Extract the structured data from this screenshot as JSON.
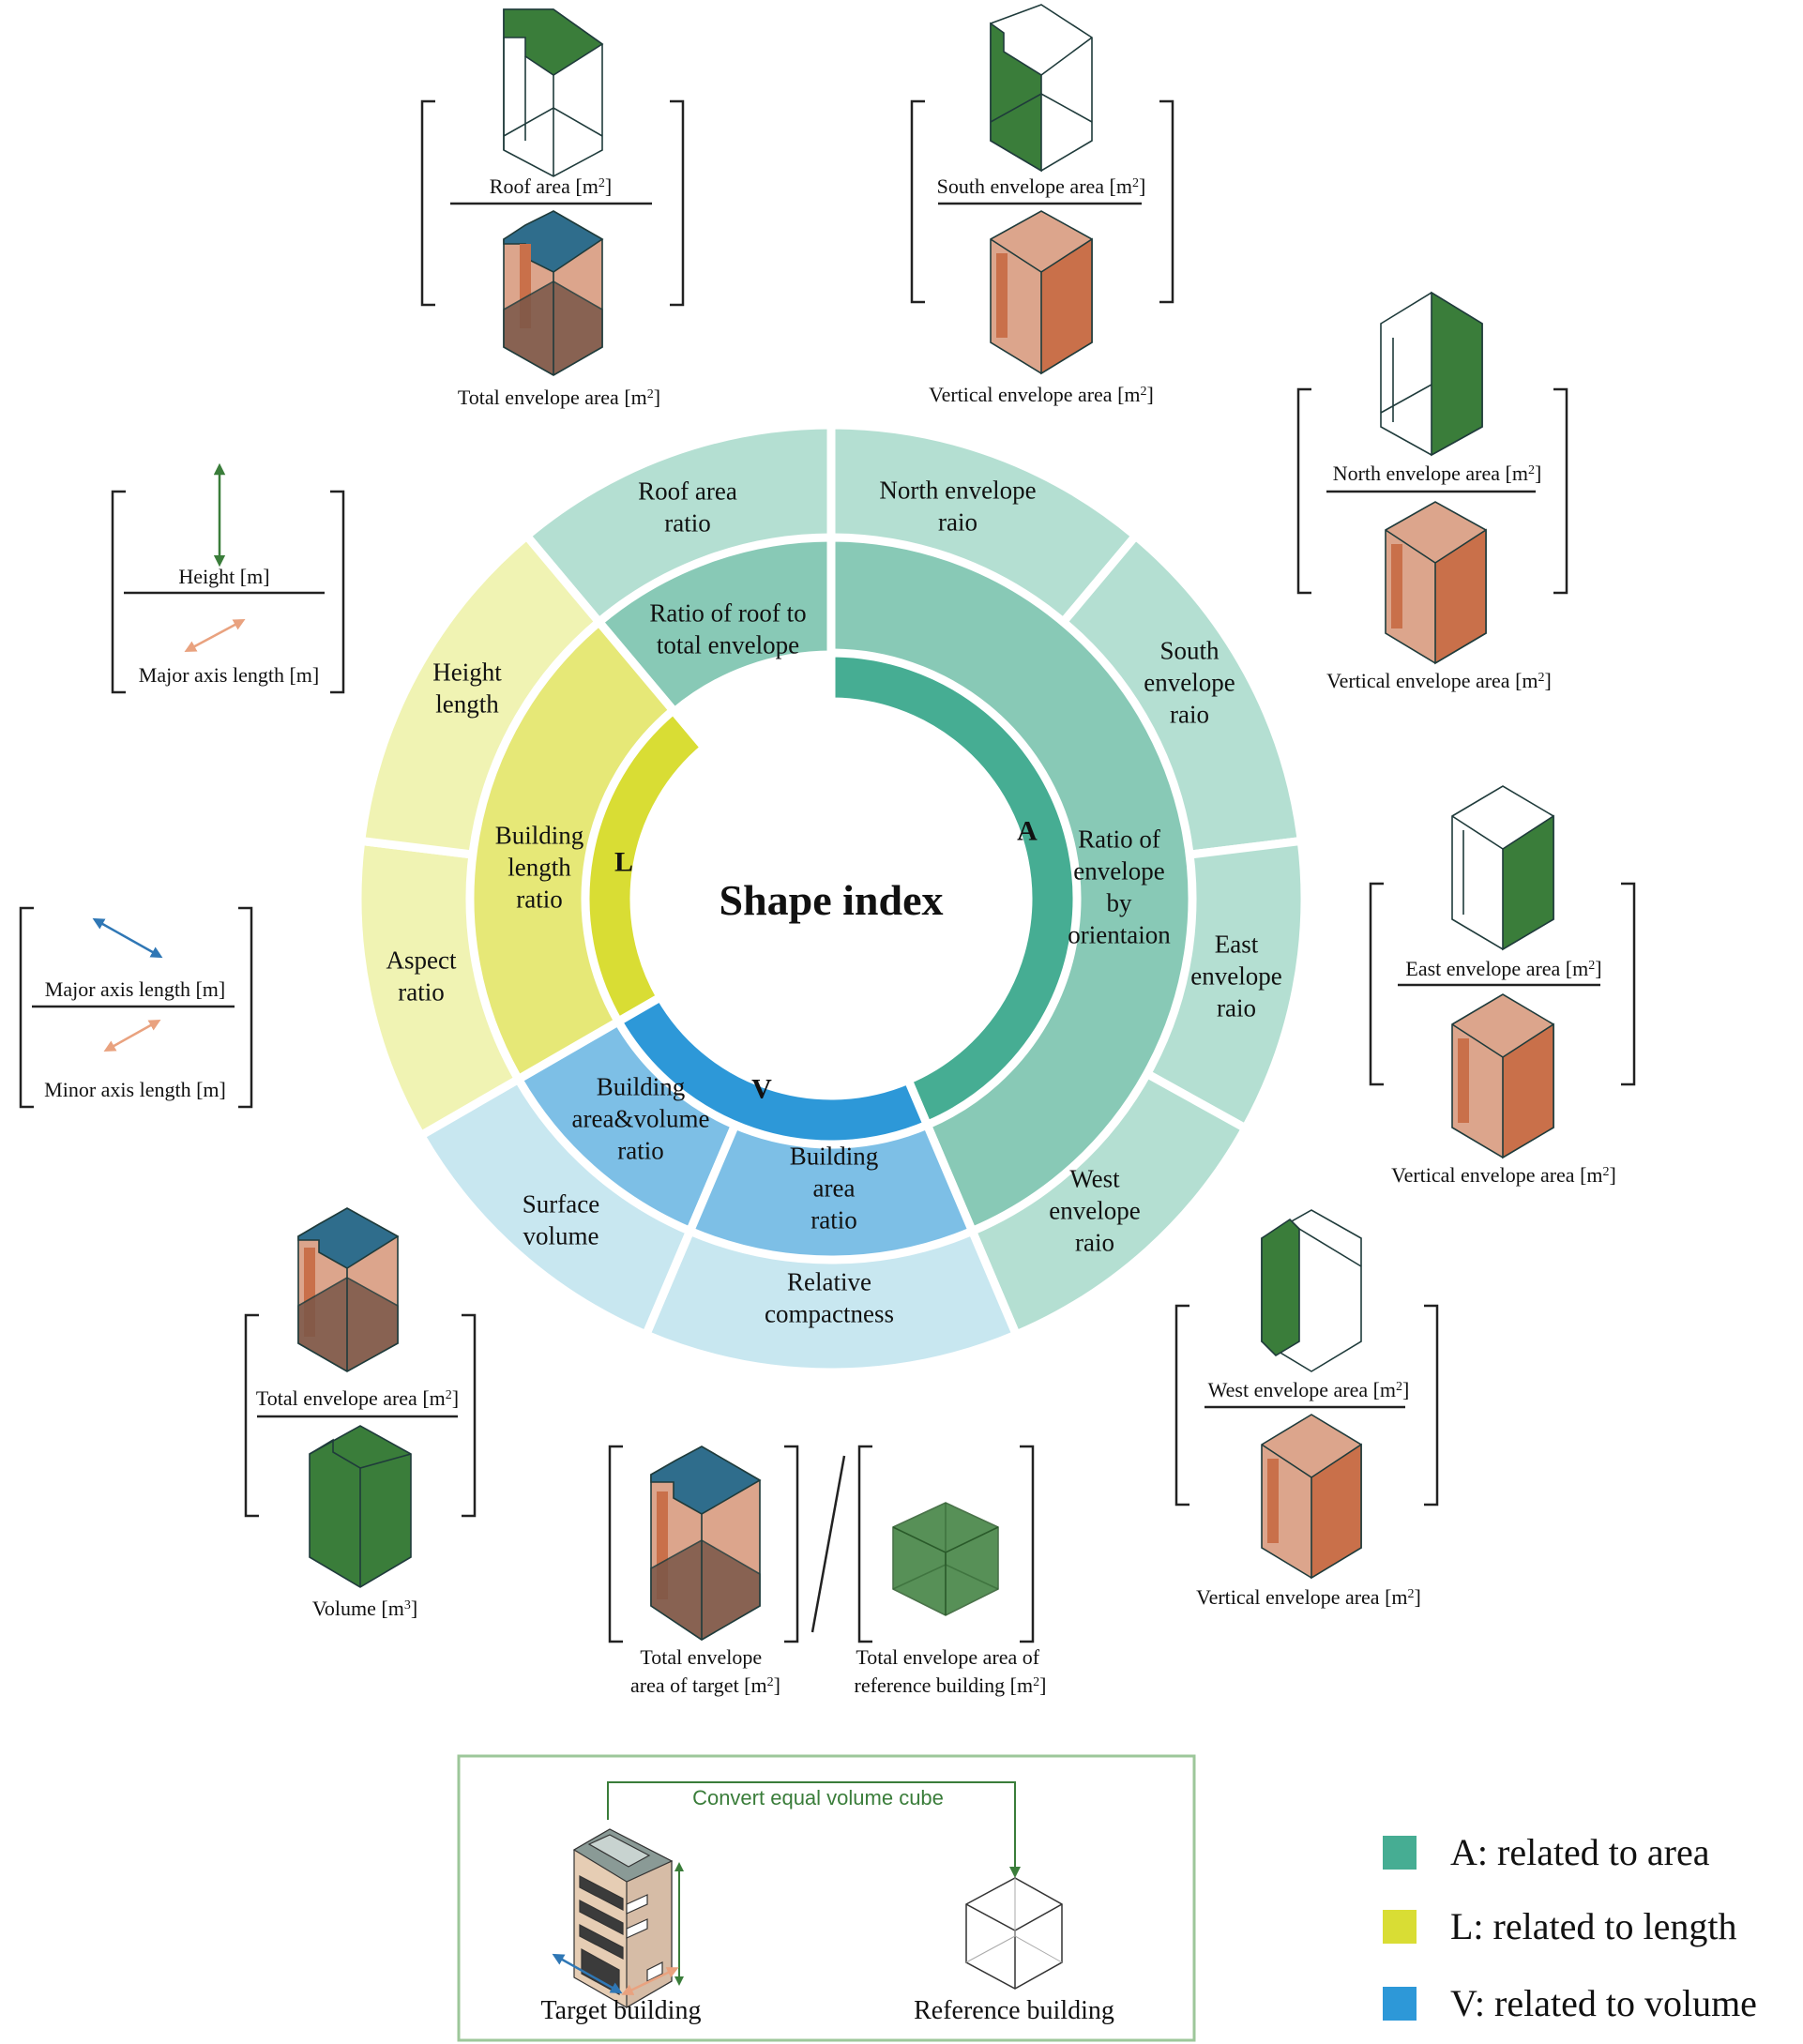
{
  "center": {
    "title": "Shape index"
  },
  "rings": {
    "inner": [
      {
        "id": "A",
        "label": "A",
        "color": "#46ad93"
      },
      {
        "id": "L",
        "label": "L",
        "color": "#d9dd34"
      },
      {
        "id": "V",
        "label": "V",
        "color": "#2d98d8"
      }
    ],
    "middle": [
      {
        "id": "ratio-roof-total",
        "lines": [
          "Ratio of roof to",
          "total envelope"
        ],
        "color": "#88c9b6"
      },
      {
        "id": "ratio-orientation",
        "lines": [
          "Ratio of",
          "envelope",
          "by",
          "orientaion"
        ],
        "color": "#88c9b6"
      },
      {
        "id": "building-area-volume",
        "lines": [
          "Building",
          "area&volume",
          "ratio"
        ],
        "color": "#7dbfe6"
      },
      {
        "id": "building-area",
        "lines": [
          "Building",
          "area",
          "ratio"
        ],
        "color": "#7dbfe6"
      },
      {
        "id": "building-length",
        "lines": [
          "Building",
          "length",
          "ratio"
        ],
        "color": "#e6e877"
      }
    ],
    "outer": [
      {
        "id": "roof-area",
        "lines": [
          "Roof area",
          "ratio"
        ],
        "color": "#b4dfd2"
      },
      {
        "id": "north",
        "lines": [
          "North envelope",
          "raio"
        ],
        "color": "#b4dfd2"
      },
      {
        "id": "south",
        "lines": [
          "South",
          "envelope",
          "raio"
        ],
        "color": "#b4dfd2"
      },
      {
        "id": "east",
        "lines": [
          "East",
          "envelope",
          "raio"
        ],
        "color": "#b4dfd2"
      },
      {
        "id": "west",
        "lines": [
          "West",
          "envelope",
          "raio"
        ],
        "color": "#b4dfd2"
      },
      {
        "id": "relative-compactness",
        "lines": [
          "Relative",
          "compactness"
        ],
        "color": "#c8e7f0"
      },
      {
        "id": "surface-volume",
        "lines": [
          "Surface",
          "volume"
        ],
        "color": "#c8e7f0"
      },
      {
        "id": "aspect",
        "lines": [
          "Aspect",
          "ratio"
        ],
        "color": "#f0f3b3"
      },
      {
        "id": "height-length",
        "lines": [
          "Height",
          "length"
        ],
        "color": "#f0f3b3"
      }
    ]
  },
  "formulas": {
    "roof": {
      "top": "Roof area [m",
      "bottom": "Total envelope area [m"
    },
    "south": {
      "top": "South envelope area [m",
      "bottom": "Vertical envelope area [m"
    },
    "north": {
      "top": "North envelope area [m",
      "bottom": "Vertical envelope area [m"
    },
    "east": {
      "top": "East envelope area [m",
      "bottom": "Vertical envelope area [m"
    },
    "west": {
      "top": "West envelope area [m",
      "bottom": "Vertical envelope area [m"
    },
    "height": {
      "top": "Height [m]",
      "bottom": "Major axis length [m]"
    },
    "aspect": {
      "top": "Major axis length [m]",
      "bottom": "Minor axis length [m]"
    },
    "surface": {
      "top": "Total envelope area [m",
      "bottom": "Volume [m"
    },
    "compact": {
      "left": [
        "Total envelope",
        "area of target [m"
      ],
      "right": [
        "Total envelope area of",
        "reference building [m"
      ]
    }
  },
  "units": {
    "sq": "2",
    "cube": "3",
    "close": "]"
  },
  "conversion": {
    "arrow_label": "Convert equal volume cube",
    "target": "Target building",
    "reference": "Reference building"
  },
  "legend": [
    {
      "label": "A: related to area",
      "color": "#46ad93"
    },
    {
      "label": "L: related to length",
      "color": "#d9dd34"
    },
    {
      "label": "V: related to volume",
      "color": "#2d98d8"
    }
  ],
  "colors": {
    "green": "#3a7d3a",
    "roof_blue": "#2f6d8c",
    "wall": "#dca58c",
    "wall_dark": "#c9704a",
    "wall_shadow": "#7a5748",
    "arrow_blue": "#2f77b5",
    "arrow_orange": "#e9a27f",
    "box_border": "#9dc79a"
  }
}
